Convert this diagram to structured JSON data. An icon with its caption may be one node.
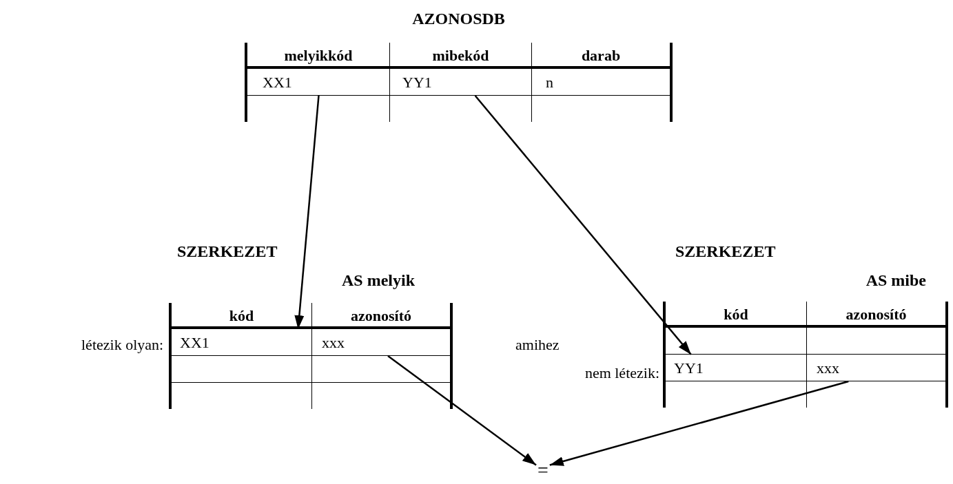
{
  "diagram": {
    "nodes": [
      {
        "text": [
          "AZONOSDB"
        ]
      },
      {
        "text": [
          "XX1"
        ],
        "in": 0
      },
      {
        "text": [
          "YY1"
        ],
        "in": 0
      },
      {
        "text": [
          "SZERKEZET",
          "AS melyik"
        ]
      },
      {
        "text": [
          "XX1"
        ],
        "in": 3
      },
      {
        "text": [
          "xxx"
        ],
        "in": 3
      },
      {
        "text": [
          "SZERKEZET",
          "AS mibe"
        ]
      },
      {
        "text": [
          "YY1"
        ],
        "in": 6
      },
      {
        "text": [
          "xxx"
        ],
        "in": 6
      },
      {
        "text": [
          "="
        ]
      }
    ],
    "edges": [
      {
        "from": 1,
        "to": 4,
        "arrow": "to"
      },
      {
        "from": 2,
        "to": 7,
        "arrow": "to"
      },
      {
        "from": 5,
        "to": 9,
        "arrow": "to"
      },
      {
        "from": 8,
        "to": 9,
        "arrow": "to"
      }
    ],
    "labels": [
      "melyikkód",
      "mibekód",
      "darab",
      "n",
      "létezik olyan:",
      "kód",
      "azonosító",
      "amihez",
      "nem létezik:",
      "kód",
      "azonosító"
    ]
  }
}
